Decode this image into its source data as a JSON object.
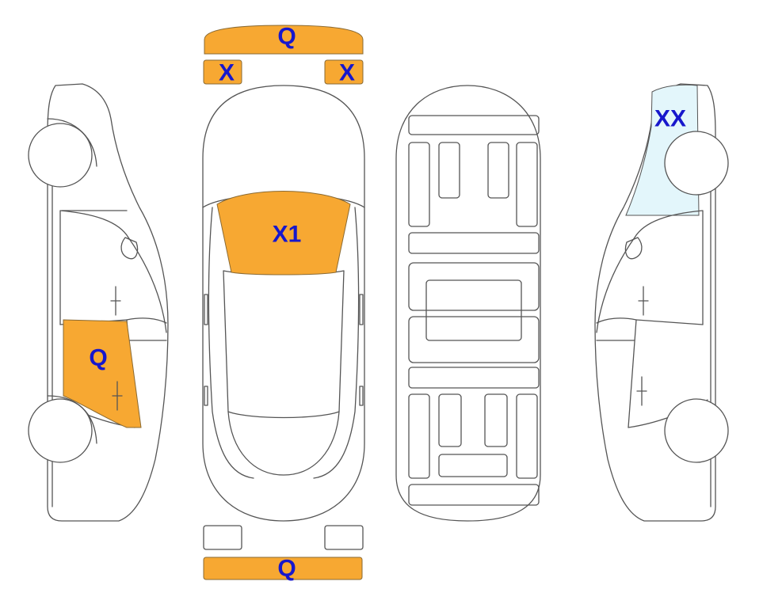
{
  "colors": {
    "marked": "#F7A832",
    "marked_stroke": "#8a6a33",
    "light_marked": "#E3F6FB",
    "label": "#1717CC",
    "outline": "#555555"
  },
  "marks": {
    "front_bumper": "Q",
    "headlight_left": "X",
    "headlight_right": "X",
    "windshield": "X1",
    "rear_bumper": "Q",
    "left_door": "Q",
    "right_window": "XX"
  }
}
